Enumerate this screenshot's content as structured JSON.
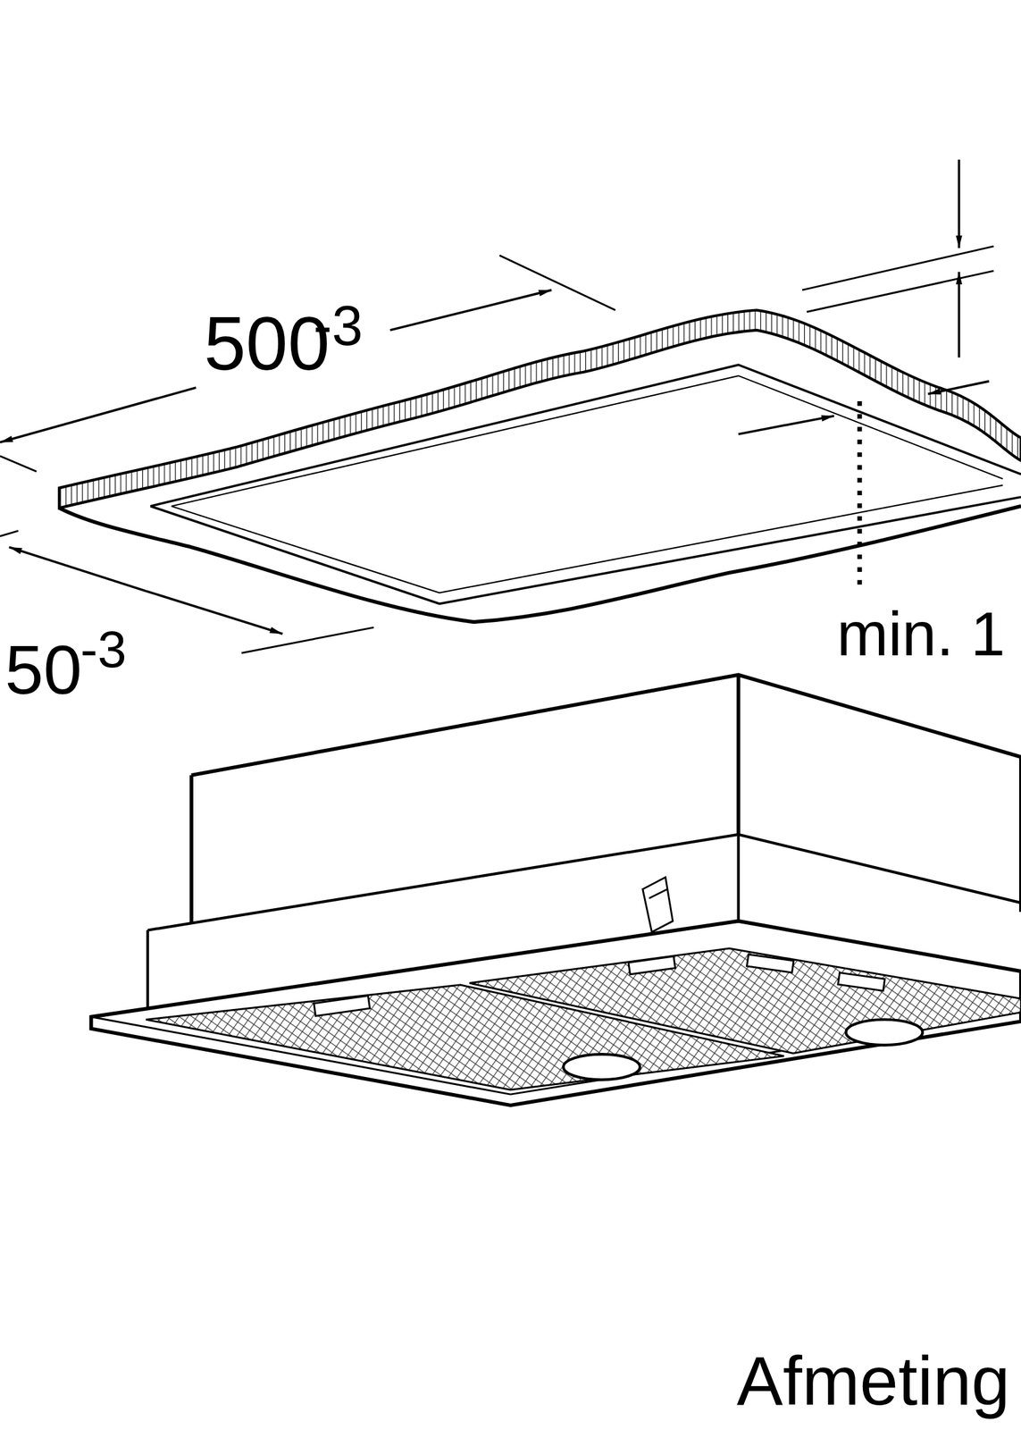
{
  "diagram": {
    "labels": [
      "500",
      "-3",
      "50",
      "-3",
      "min. 1",
      "Afmeting"
    ]
  }
}
